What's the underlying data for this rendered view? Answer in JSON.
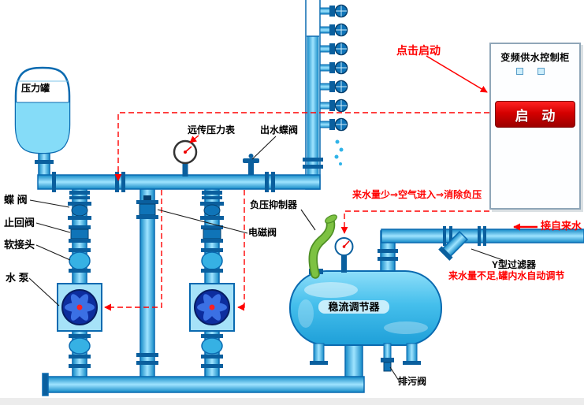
{
  "diagram": {
    "labels": {
      "pressure_tank": "压力罐",
      "butterfly_valve": "蝶 阀",
      "check_valve": "止回阀",
      "soft_joint": "软接头",
      "water_pump": "水 泵",
      "remote_pressure_gauge": "远传压力表",
      "outlet_butterfly_valve": "出水蝶阀",
      "negative_pressure_suppressor": "负压抑制器",
      "solenoid_valve": "电磁阀",
      "flow_regulator": "稳流调节器",
      "drain_valve": "排污阀",
      "y_strainer": "Y型过滤器"
    },
    "annotations": {
      "click_start": "点击启动",
      "tap_water_inlet": "接自来水",
      "low_inflow_note": "来水量少⇒空气进入⇒消除负压",
      "inflow_shortage_note": "来水量不足,罐内水自动调节"
    },
    "cabinet": {
      "title": "变频供水控制柜",
      "start_button_label": "启 动"
    },
    "colors": {
      "pipe_fill": "#29ABE2",
      "pipe_outline": "#0A6AB0",
      "flange_dark": "#0A5F9E",
      "water_light": "#85DCF8",
      "annotation_red": "#FF0000",
      "start_button_red": "#CC0000",
      "suppressor_green": "#7DC242"
    }
  }
}
